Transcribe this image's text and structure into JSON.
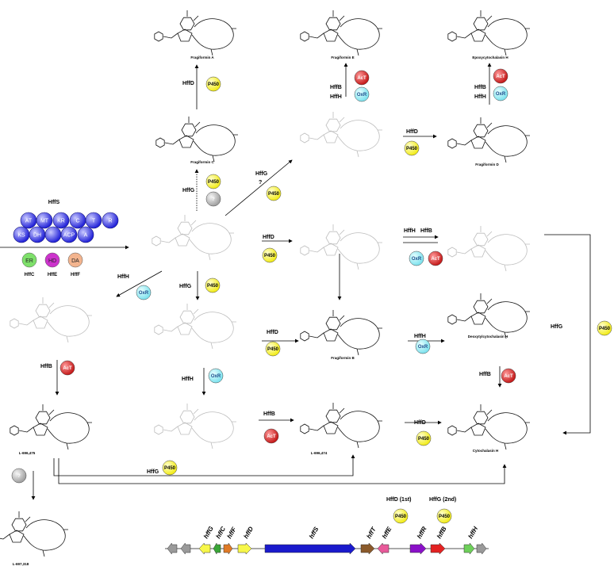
{
  "hffs_label": "HffS",
  "domains_top": [
    "AT",
    "MT",
    "KR",
    "C",
    "T",
    "R"
  ],
  "domains_bottom": [
    "KS",
    "DH",
    "",
    "ACP",
    "A"
  ],
  "tailoring": [
    {
      "label": "ER",
      "name": "HffC",
      "color": "#7ee06a"
    },
    {
      "label": "HD",
      "name": "HffE",
      "color": "#cc33cc"
    },
    {
      "label": "DA",
      "name": "HffF",
      "color": "#f3b48e"
    }
  ],
  "badges": {
    "p450": "P450",
    "act": "AcT",
    "oxr": "OxR",
    "q": "?"
  },
  "enzymes": {
    "hffD": "HffD",
    "hffG": "HffG",
    "hffH": "HffH",
    "hffB": "HffB",
    "q": "?",
    "hffD_1st": "HffD (1st)",
    "hffG_2nd": "HffG (2nd)"
  },
  "compounds": {
    "fragA": "Fragiformin A",
    "fragE": "Fragiformin E",
    "epoxy": "Epoxycytochalasin H",
    "fragC": "Fragiformin C",
    "fragD": "Fragiformin D",
    "fragB": "Fragiformin B",
    "deoxy": "Deoxytylcytochalasin H",
    "l696475": "L-696,475",
    "l696474": "L-696,474",
    "cytoH": "Cytochalasin H",
    "l697318": "L-697,318"
  },
  "genes": [
    {
      "label": "",
      "color": "#9a9a9a",
      "dir": "left"
    },
    {
      "label": "",
      "color": "#9a9a9a",
      "dir": "left"
    },
    {
      "label": "hffG",
      "color": "#f7f74a",
      "dir": "left"
    },
    {
      "label": "hffC",
      "color": "#3aa637",
      "dir": "left"
    },
    {
      "label": "hffF",
      "color": "#e07a26",
      "dir": "right"
    },
    {
      "label": "hffD",
      "color": "#f7f74a",
      "dir": "right"
    },
    {
      "label": "hffS",
      "color": "#1a1acc",
      "dir": "right"
    },
    {
      "label": "hffT",
      "color": "#8b5a2b",
      "dir": "right"
    },
    {
      "label": "hffE",
      "color": "#e85a9a",
      "dir": "left"
    },
    {
      "label": "hffR",
      "color": "#8a10c8",
      "dir": "right"
    },
    {
      "label": "hffB",
      "color": "#e32222",
      "dir": "right"
    },
    {
      "label": "hffH",
      "color": "#6ed05a",
      "dir": "right"
    },
    {
      "label": "",
      "color": "#9a9a9a",
      "dir": "right"
    }
  ]
}
